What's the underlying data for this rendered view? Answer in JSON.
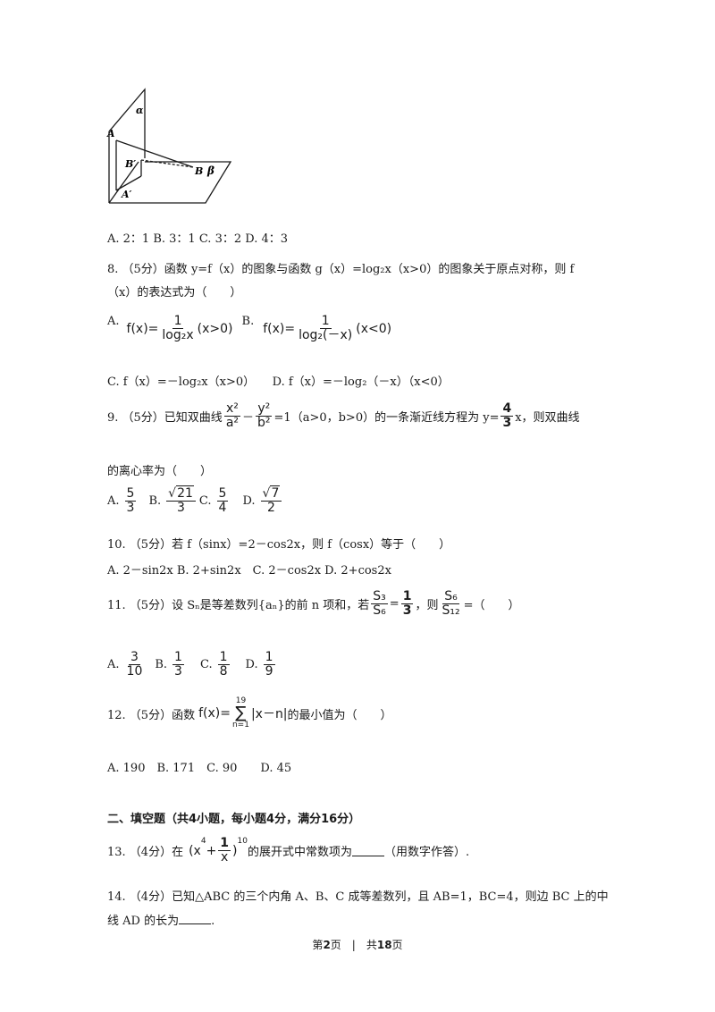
{
  "figure": {
    "alpha": "α",
    "beta": "β",
    "A": "A",
    "B": "B",
    "A_prime": "A′",
    "B_prime": "B′"
  },
  "q7_options": "A. 2：1 B. 3：1 C. 3：2 D. 4：3",
  "q8": {
    "line1": "8. （5分）函数 y=f（x）的图象与函数 g（x）=log₂x（x>0）的图象关于原点对称，则 f",
    "line2": "（x）的表达式为（　　）",
    "optA_label": "A.",
    "optA_left": "f(x)=",
    "optA_num": "1",
    "optA_den": "log₂x",
    "optA_cond": "(x>0)",
    "optB_label": "B.",
    "optB_left": "f(x)=",
    "optB_num": "1",
    "optB_den": "log₂(－x)",
    "optB_cond": "(x<0)",
    "optCD": "C. f（x）=－log₂x（x>0）　　D. f（x）=－log₂（－x）（x<0）"
  },
  "q9": {
    "prefix": "9. （5分）已知双曲线",
    "f1_num": "x²",
    "f1_den": "a²",
    "minus": "－",
    "f2_num": "y²",
    "f2_den": "b²",
    "middle": "=1（a>0，b>0）的一条渐近线方程为 y=",
    "f3_num": "4",
    "f3_den": "3",
    "suffix": "x，则双曲线",
    "line2": "的离心率为（　　）",
    "optA": "A.",
    "optA_num": "5",
    "optA_den": "3",
    "optB": "B.",
    "optB_num": "21",
    "optB_den": "3",
    "optC": "C.",
    "optC_num": "5",
    "optC_den": "4",
    "optD": "D.",
    "optD_num": "7",
    "optD_den": "2"
  },
  "q10": {
    "line1": "10. （5分）若 f（sinx）=2－cos2x，则 f（cosx）等于（　　）",
    "options": "A. 2－sin2x B. 2+sin2x　C. 2－cos2x D. 2+cos2x"
  },
  "q11": {
    "prefix": "11. （5分）设 Sₙ是等差数列{aₙ}的前 n 项和，若",
    "f1_num": "S₃",
    "f1_den": "S₆",
    "eq": "=",
    "f2_num": "1",
    "f2_den": "3",
    "mid": "，则",
    "f3_num": "S₆",
    "f3_den": "S₁₂",
    "suffix": "=（　　）",
    "optA": "A.",
    "optA_num": "3",
    "optA_den": "10",
    "optB": "B.",
    "optB_num": "1",
    "optB_den": "3",
    "optC": "C.",
    "optC_num": "1",
    "optC_den": "8",
    "optD": "D.",
    "optD_num": "1",
    "optD_den": "9"
  },
  "q12": {
    "prefix": "12. （5分）函数",
    "fx": "f(x)=",
    "upper": "19",
    "sigma": "∑",
    "lower": "n=1",
    "abs": "|x－n|",
    "suffix": "的最小值为（　　）",
    "options": "A. 190　B. 171　C. 90　　D. 45"
  },
  "section2": "二、填空题（共4小题，每小题4分，满分16分）",
  "q13": {
    "prefix": "13. （4分）在",
    "open": "(x",
    "exp4": "4",
    "plus": "+",
    "num": "1",
    "den": "x",
    "close": ")",
    "exp10": "10",
    "mid": "的展开式中常数项为",
    "suffix": "（用数字作答）."
  },
  "q14": {
    "line1": "14. （4分）已知△ABC 的三个内角 A、B、C 成等差数列，且 AB=1，BC=4，则边 BC 上的中",
    "line2_prefix": "线 AD 的长为",
    "line2_suffix": "."
  },
  "footer": {
    "page_prefix": "第",
    "page_num": "2",
    "page_mid": "页　|　共",
    "total": "18",
    "page_suffix": "页"
  }
}
